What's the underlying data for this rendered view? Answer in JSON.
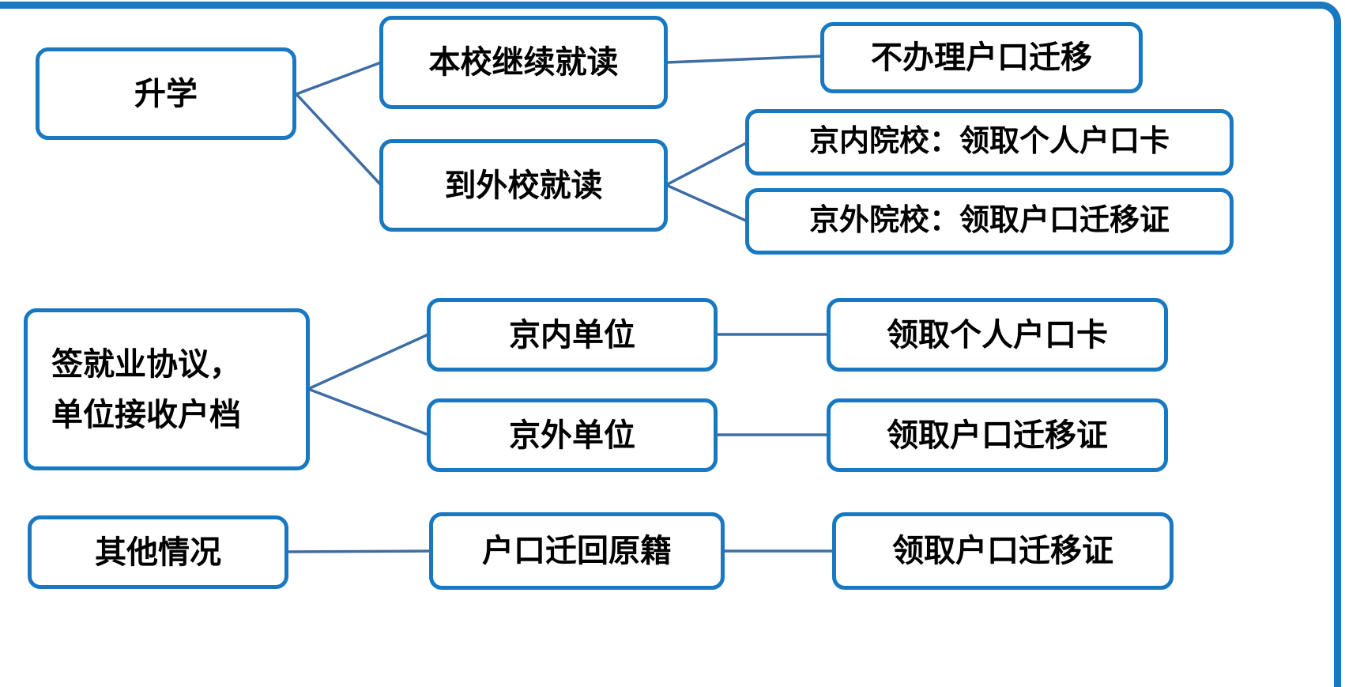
{
  "colors": {
    "box_border": "#1878C2",
    "connector_line": "#3E6DA4",
    "frame": "#1878C2",
    "text": "#000000",
    "background": "#FFFFFF"
  },
  "nodes": {
    "further_study": "升学",
    "same_school": "本校继续就读",
    "no_transfer": "不办理户口迁移",
    "other_school": "到外校就读",
    "beijing_college": "京内院校：领取个人户口卡",
    "outside_college": "京外院校：领取户口迁移证",
    "employment_line1": "签就业协议，",
    "employment_line2": "单位接收户档",
    "beijing_employer": "京内单位",
    "receive_personal_card": "领取个人户口卡",
    "outside_employer": "京外单位",
    "receive_transfer_cert": "领取户口迁移证",
    "other_cases": "其他情况",
    "return_to_origin": "户口迁回原籍",
    "receive_transfer_cert_2": "领取户口迁移证"
  },
  "edges": [
    {
      "from": "升学",
      "to": "本校继续就读"
    },
    {
      "from": "升学",
      "to": "到外校就读"
    },
    {
      "from": "本校继续就读",
      "to": "不办理户口迁移"
    },
    {
      "from": "到外校就读",
      "to": "京内院校：领取个人户口卡"
    },
    {
      "from": "到外校就读",
      "to": "京外院校：领取户口迁移证"
    },
    {
      "from": "签就业协议，单位接收户档",
      "to": "京内单位"
    },
    {
      "from": "签就业协议，单位接收户档",
      "to": "京外单位"
    },
    {
      "from": "京内单位",
      "to": "领取个人户口卡"
    },
    {
      "from": "京外单位",
      "to": "领取户口迁移证"
    },
    {
      "from": "其他情况",
      "to": "户口迁回原籍"
    },
    {
      "from": "户口迁回原籍",
      "to": "领取户口迁移证"
    }
  ]
}
